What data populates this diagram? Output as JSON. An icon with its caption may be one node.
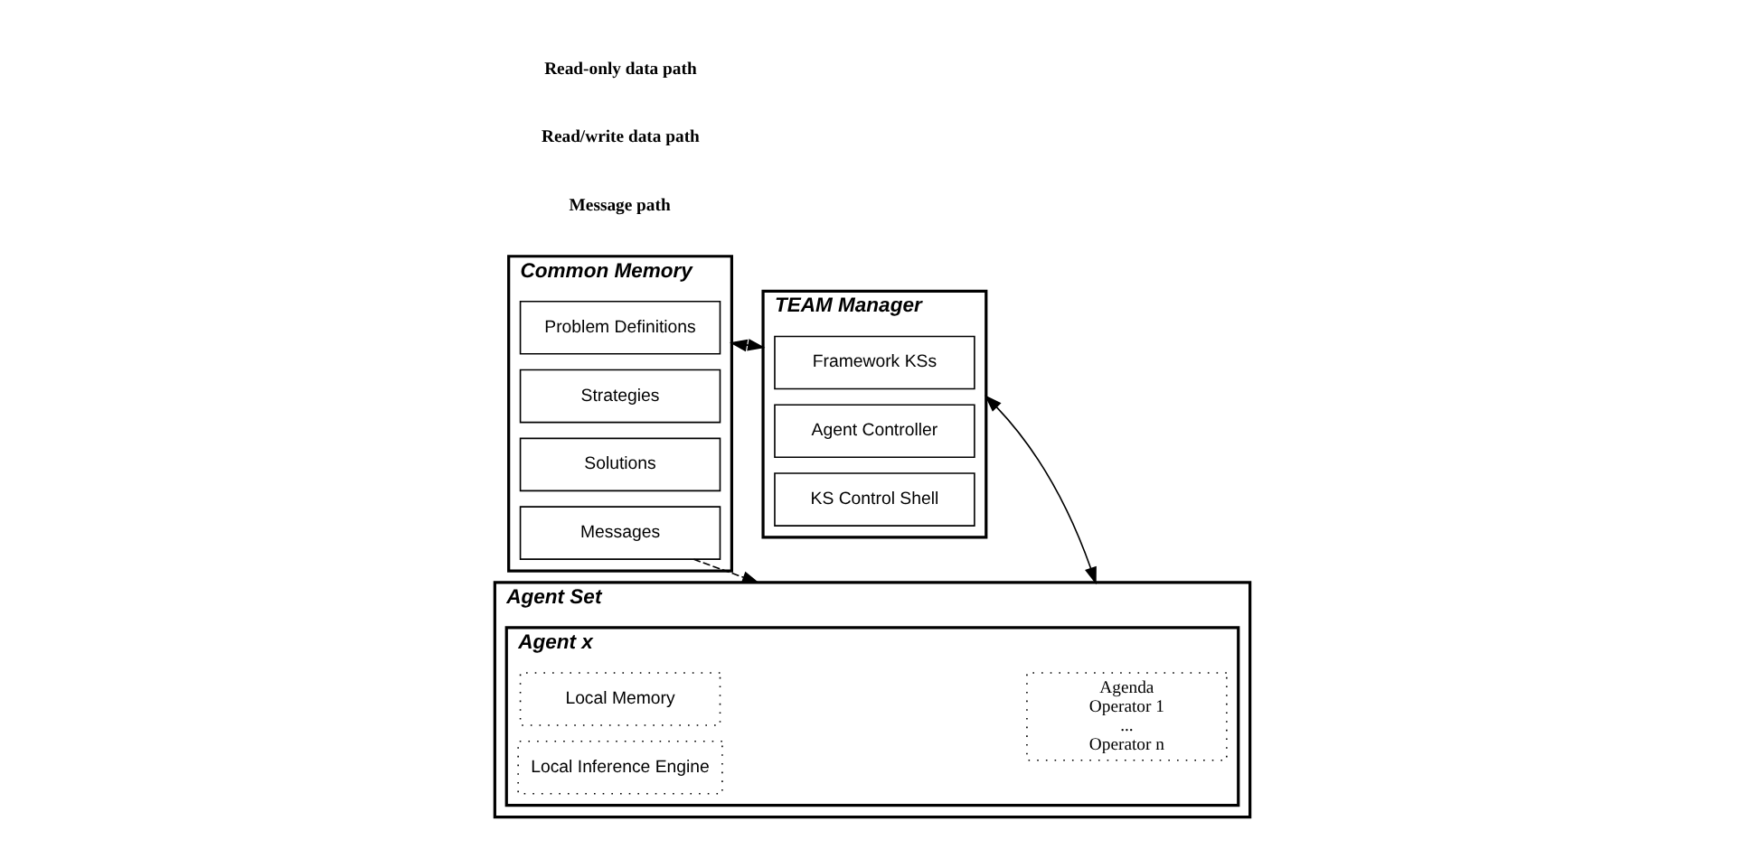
{
  "diagram": {
    "nodes": [
      {
        "text": [
          "Common Memory"
        ]
      },
      {
        "text": [
          "Problem Definitions"
        ],
        "in": 0
      },
      {
        "text": [
          "Strategies"
        ],
        "in": 0
      },
      {
        "text": [
          "Solutions"
        ],
        "in": 0
      },
      {
        "text": [
          "Messages"
        ],
        "in": 0
      },
      {
        "text": [
          "TEAM Manager"
        ]
      },
      {
        "text": [
          "Framework KSs"
        ],
        "in": 5
      },
      {
        "text": [
          "Agent Controller"
        ],
        "in": 5
      },
      {
        "text": [
          "KS Control Shell"
        ],
        "in": 5
      },
      {
        "text": [
          "Agent Set"
        ]
      },
      {
        "text": [
          "Agent x"
        ],
        "in": 9
      },
      {
        "text": [
          "Agenda",
          "Operator 1",
          "...",
          "Operator n"
        ],
        "in": 10
      },
      {
        "text": [
          "Local Memory"
        ],
        "in": 10
      },
      {
        "text": [
          "Local Inference Engine"
        ],
        "in": 10
      }
    ],
    "edges": [
      {
        "from": 0,
        "to": 5,
        "arrow": "both",
        "style": "dashed"
      },
      {
        "from": 5,
        "to": 9,
        "arrow": "both"
      },
      {
        "from": 4,
        "to": 9,
        "arrow": "to",
        "style": "dashed"
      }
    ],
    "legend": [
      {
        "text": "Read-only data path"
      },
      {
        "text": "Read/write data path"
      },
      {
        "text": "Message path"
      }
    ]
  }
}
